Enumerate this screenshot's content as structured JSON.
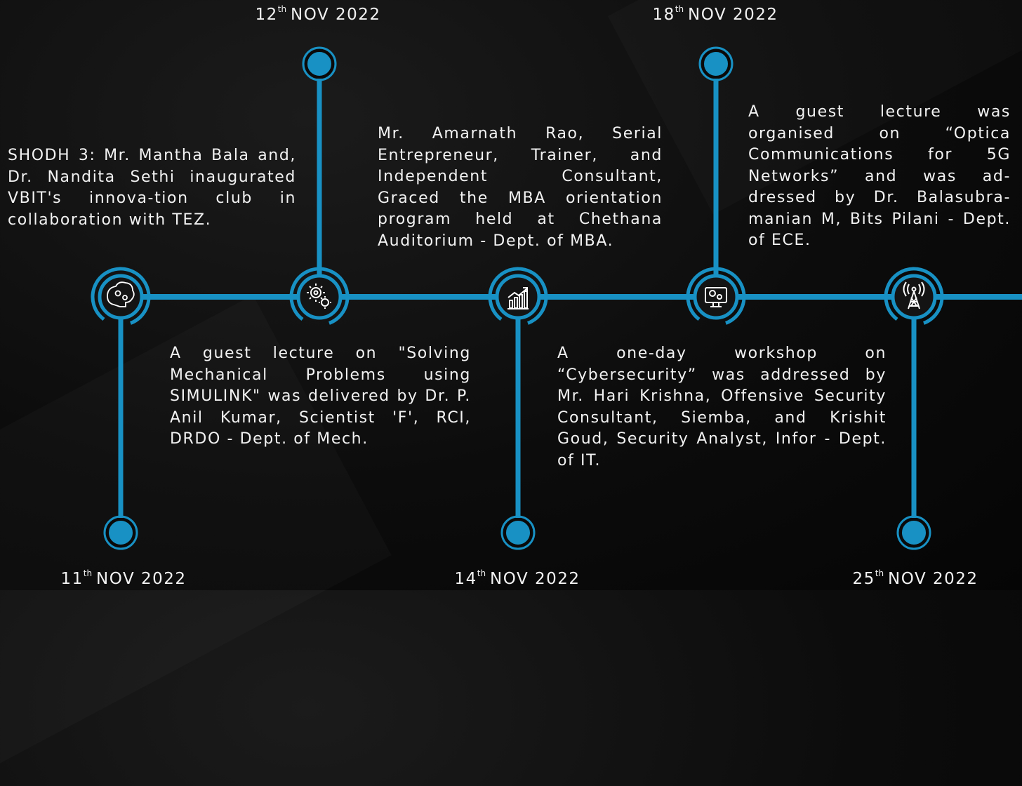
{
  "colors": {
    "accent": "#1891c4",
    "background": "#0a0a0a",
    "text": "#f2f2f2"
  },
  "events": [
    {
      "day": "11",
      "suffix": "th",
      "month_year": "NOV 2022",
      "icon": "brain-gears-icon",
      "description": "SHODH 3: Mr. Mantha Bala and, Dr. Nandita Sethi inaugurated VBIT's innova-tion club in collaboration with TEZ."
    },
    {
      "day": "12",
      "suffix": "th",
      "month_year": "NOV 2022",
      "icon": "gears-icon",
      "description": "A guest lecture on \"Solving Mechanical Problems using SIMULINK\" was delivered by Dr. P. Anil Kumar, Scientist 'F', RCI, DRDO - Dept. of Mech."
    },
    {
      "day": "14",
      "suffix": "th",
      "month_year": "NOV 2022",
      "icon": "growth-chart-icon",
      "description": "Mr. Amarnath Rao, Serial Entrepreneur, Trainer, and Independent Consultant, Graced the MBA orientation program held at Chethana Auditorium - Dept. of MBA."
    },
    {
      "day": "18",
      "suffix": "th",
      "month_year": "NOV 2022",
      "icon": "computer-settings-icon",
      "description": "A one-day workshop on “Cybersecurity” was addressed by Mr. Hari Krishna, Offensive Security Consultant, Siemba, and Krishit Goud, Security Analyst, Infor - Dept. of IT."
    },
    {
      "day": "25",
      "suffix": "th",
      "month_year": "NOV 2022",
      "icon": "antenna-tower-icon",
      "description": "A guest lecture was organised on “Optica Communications for 5G Networks” and was ad-dressed by Dr. Balasubra-manian M, Bits Pilani - Dept. of ECE."
    }
  ]
}
